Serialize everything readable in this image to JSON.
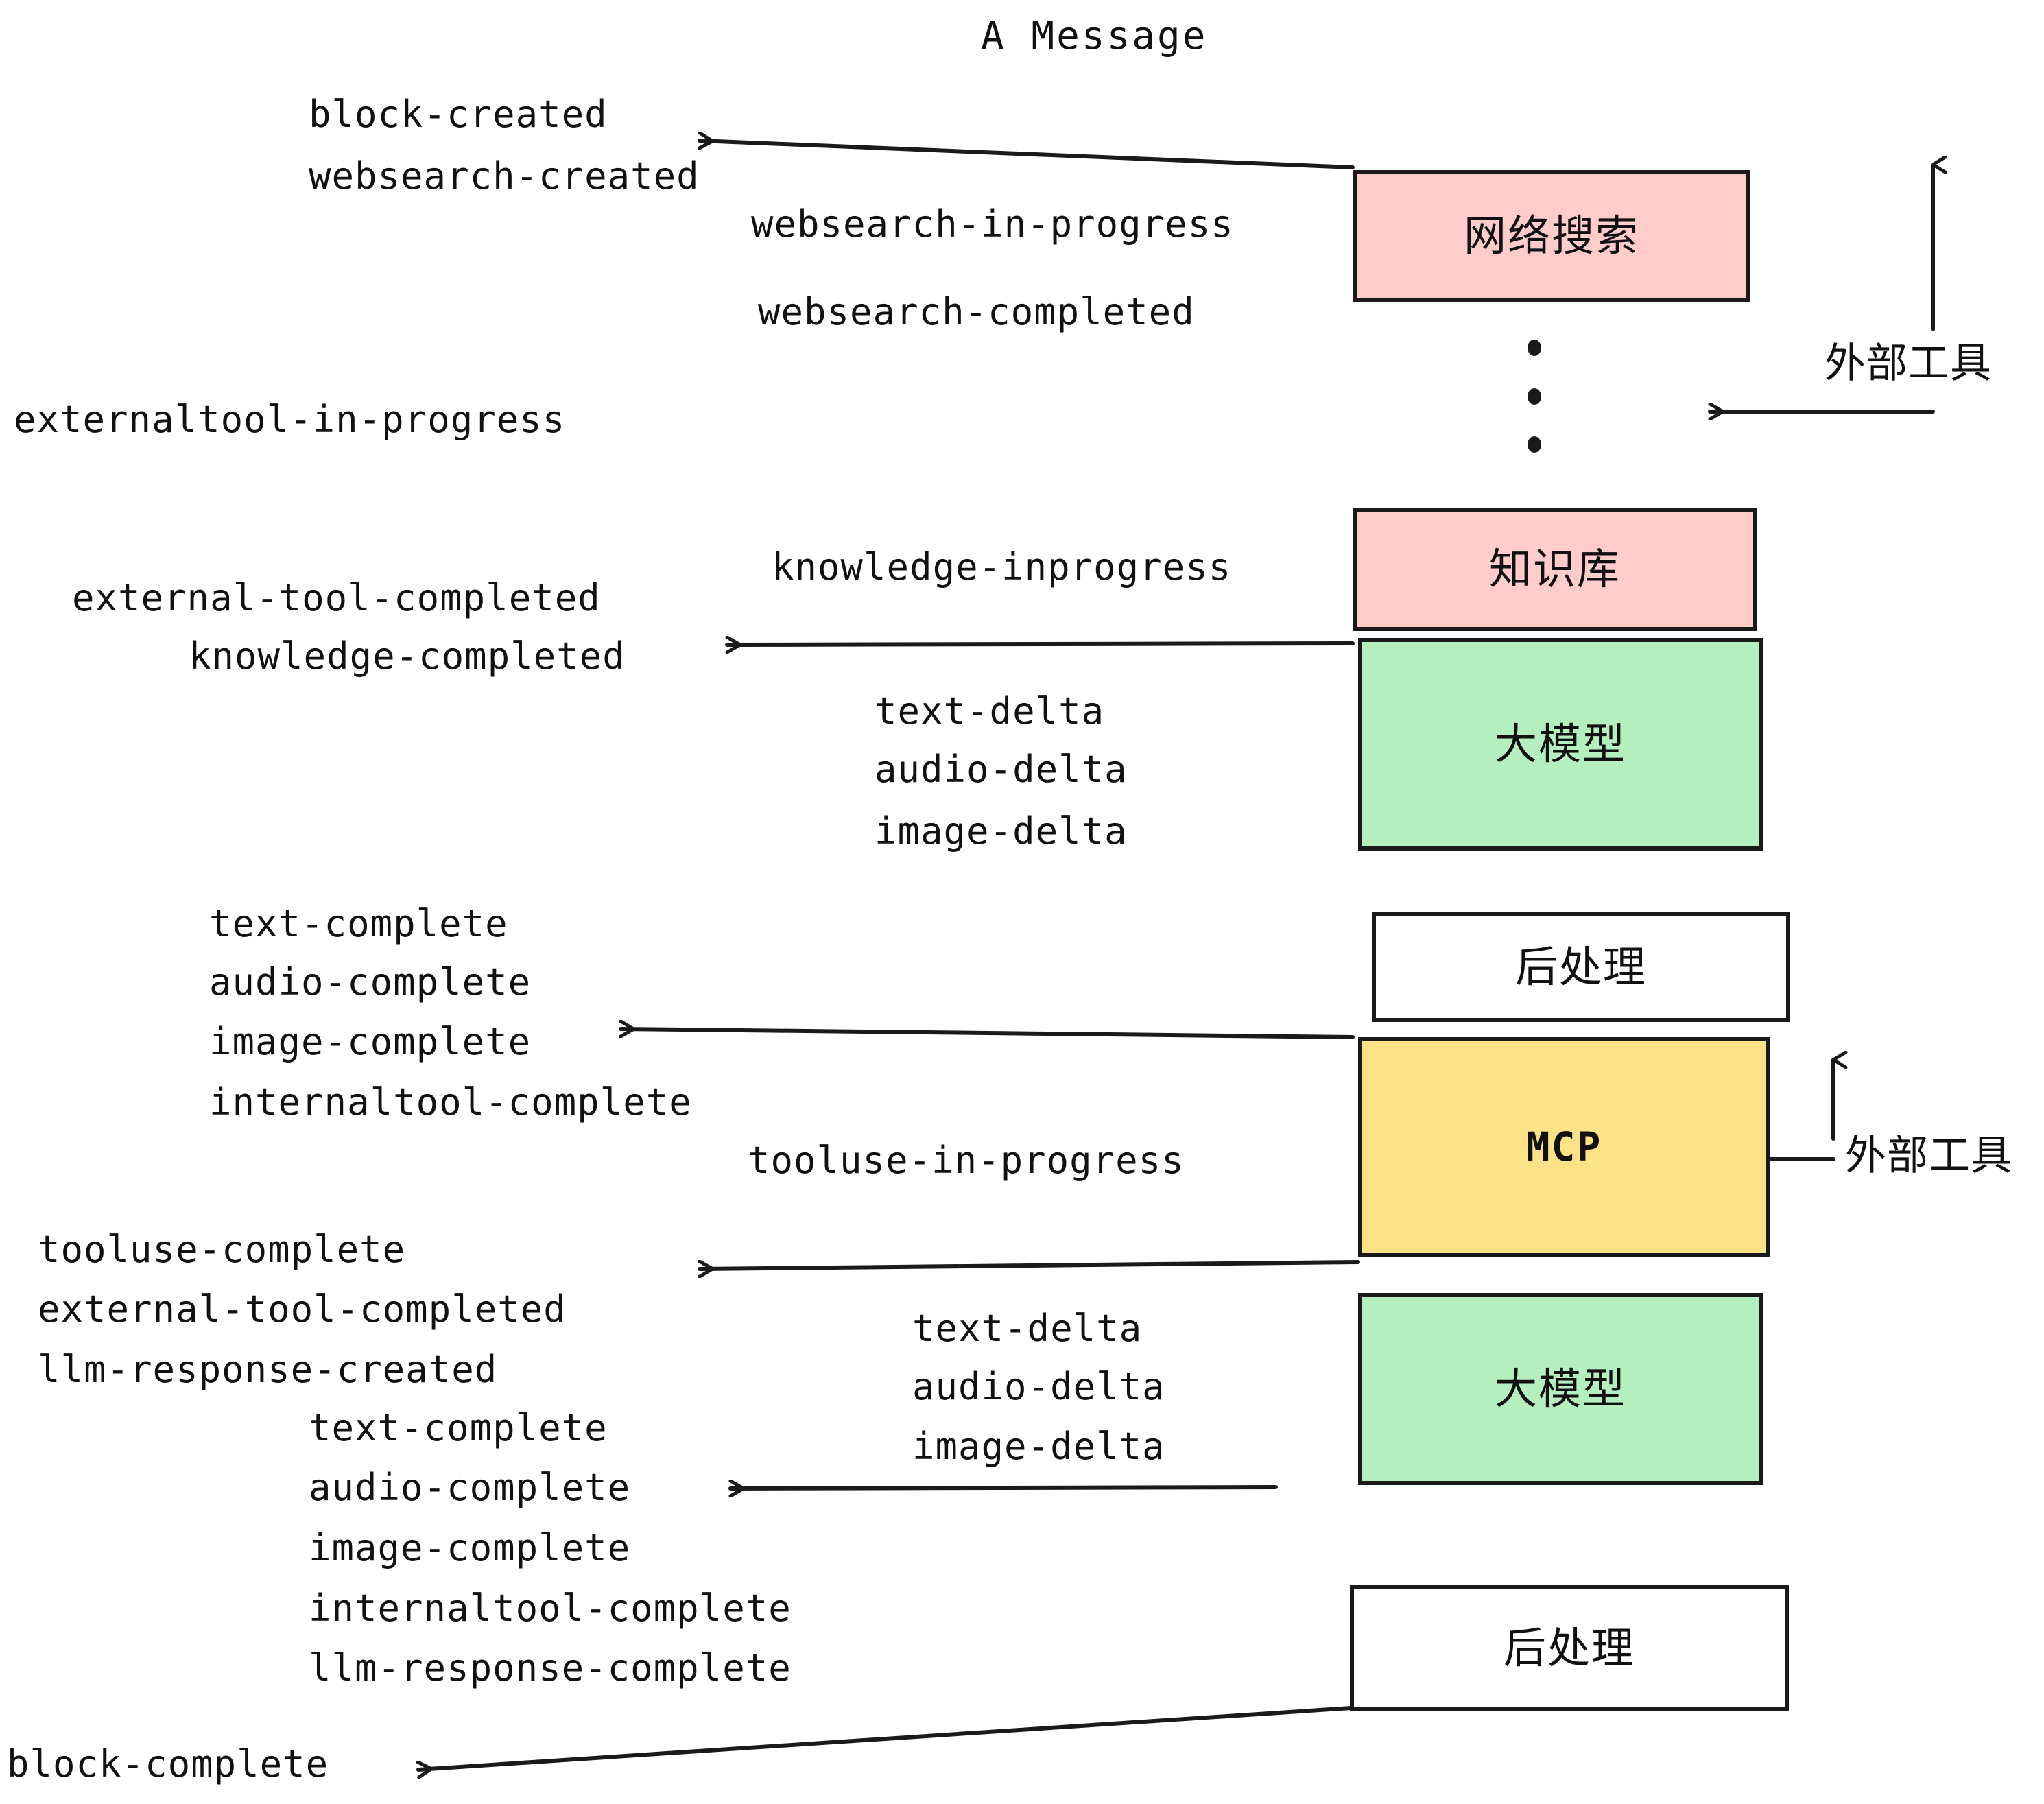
{
  "title": "A Message",
  "colors": {
    "pink": "#FFCCCC",
    "green": "#B5EFC0",
    "yellow": "#FBE287",
    "white": "#FFFFFF",
    "stroke": "#1A1A1A",
    "text": "#111111",
    "background": "#FFFFFF"
  },
  "nodes": [
    {
      "id": "websearch",
      "label": "网络搜索",
      "fill": "pink",
      "lang": "zh"
    },
    {
      "id": "knowledge",
      "label": "知识库",
      "fill": "pink",
      "lang": "zh"
    },
    {
      "id": "llm-1",
      "label": "大模型",
      "fill": "green",
      "lang": "zh"
    },
    {
      "id": "postprocess-1",
      "label": "后处理",
      "fill": "white",
      "lang": "zh"
    },
    {
      "id": "mcp",
      "label": "MCP",
      "fill": "yellow",
      "lang": "latin"
    },
    {
      "id": "llm-2",
      "label": "大模型",
      "fill": "green",
      "lang": "zh"
    },
    {
      "id": "postprocess-2",
      "label": "后处理",
      "fill": "white",
      "lang": "zh"
    }
  ],
  "side_labels": [
    {
      "id": "external-tools-top",
      "label": "外部工具"
    },
    {
      "id": "external-tools-bottom",
      "label": "外部工具"
    }
  ],
  "events": [
    {
      "id": "block-created",
      "label": "block-created"
    },
    {
      "id": "websearch-created",
      "label": "websearch-created"
    },
    {
      "id": "websearch-in-progress",
      "label": "websearch-in-progress"
    },
    {
      "id": "websearch-completed",
      "label": "websearch-completed"
    },
    {
      "id": "externaltool-in-progress",
      "label": "externaltool-in-progress"
    },
    {
      "id": "knowledge-inprogress",
      "label": "knowledge-inprogress"
    },
    {
      "id": "external-tool-completed-1",
      "label": "external-tool-completed"
    },
    {
      "id": "knowledge-completed",
      "label": "knowledge-completed"
    },
    {
      "id": "text-delta-1",
      "label": "text-delta"
    },
    {
      "id": "audio-delta-1",
      "label": "audio-delta"
    },
    {
      "id": "image-delta-1",
      "label": "image-delta"
    },
    {
      "id": "text-complete-1",
      "label": "text-complete"
    },
    {
      "id": "audio-complete-1",
      "label": "audio-complete"
    },
    {
      "id": "image-complete-1",
      "label": "image-complete"
    },
    {
      "id": "internaltool-complete-1",
      "label": "internaltool-complete"
    },
    {
      "id": "tooluse-in-progress",
      "label": "tooluse-in-progress"
    },
    {
      "id": "tooluse-complete",
      "label": "tooluse-complete"
    },
    {
      "id": "external-tool-completed-2",
      "label": "external-tool-completed"
    },
    {
      "id": "llm-response-created",
      "label": "llm-response-created"
    },
    {
      "id": "text-delta-2",
      "label": "text-delta"
    },
    {
      "id": "audio-delta-2",
      "label": "audio-delta"
    },
    {
      "id": "image-delta-2",
      "label": "image-delta"
    },
    {
      "id": "text-complete-2",
      "label": "text-complete"
    },
    {
      "id": "audio-complete-2",
      "label": "audio-complete"
    },
    {
      "id": "image-complete-2",
      "label": "image-complete"
    },
    {
      "id": "internaltool-complete-2",
      "label": "internaltool-complete"
    },
    {
      "id": "llm-response-complete",
      "label": "llm-response-complete"
    },
    {
      "id": "block-complete",
      "label": "block-complete"
    }
  ]
}
